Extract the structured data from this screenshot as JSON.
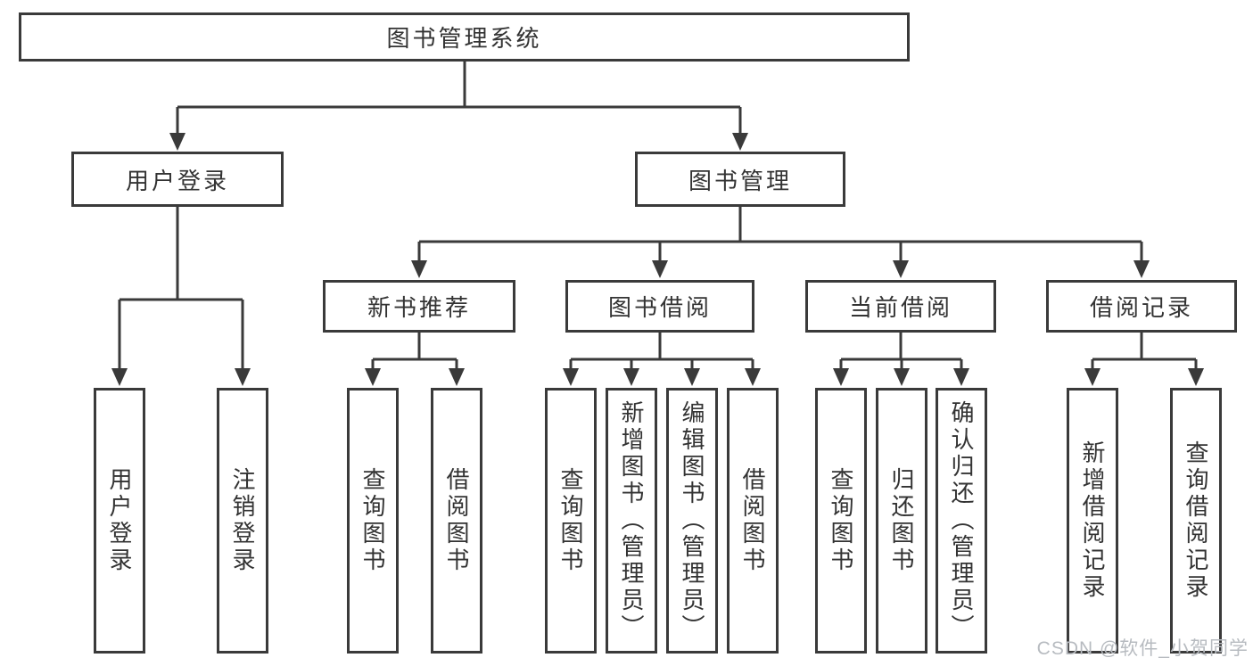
{
  "tree": {
    "root": {
      "label": "图书管理系统"
    },
    "children": [
      {
        "label": "用户登录",
        "children": [
          {
            "label": "用户登录"
          },
          {
            "label": "注销登录"
          }
        ]
      },
      {
        "label": "图书管理",
        "children": [
          {
            "label": "新书推荐",
            "children": [
              {
                "label": "查询图书"
              },
              {
                "label": "借阅图书"
              }
            ]
          },
          {
            "label": "图书借阅",
            "children": [
              {
                "label": "查询图书"
              },
              {
                "label": "新增图书（管理员）"
              },
              {
                "label": "编辑图书（管理员）"
              },
              {
                "label": "借阅图书"
              }
            ]
          },
          {
            "label": "当前借阅",
            "children": [
              {
                "label": "查询图书"
              },
              {
                "label": "归还图书"
              },
              {
                "label": "确认归还（管理员）"
              }
            ]
          },
          {
            "label": "借阅记录",
            "children": [
              {
                "label": "新增借阅记录"
              },
              {
                "label": "查询借阅记录"
              }
            ]
          }
        ]
      }
    ]
  },
  "watermark": {
    "text": "CSDN @软件_小贺同学"
  },
  "colors": {
    "line": "#3a3a3a",
    "text": "#333333",
    "watermark": "#b7bbc0",
    "background": "#ffffff"
  }
}
